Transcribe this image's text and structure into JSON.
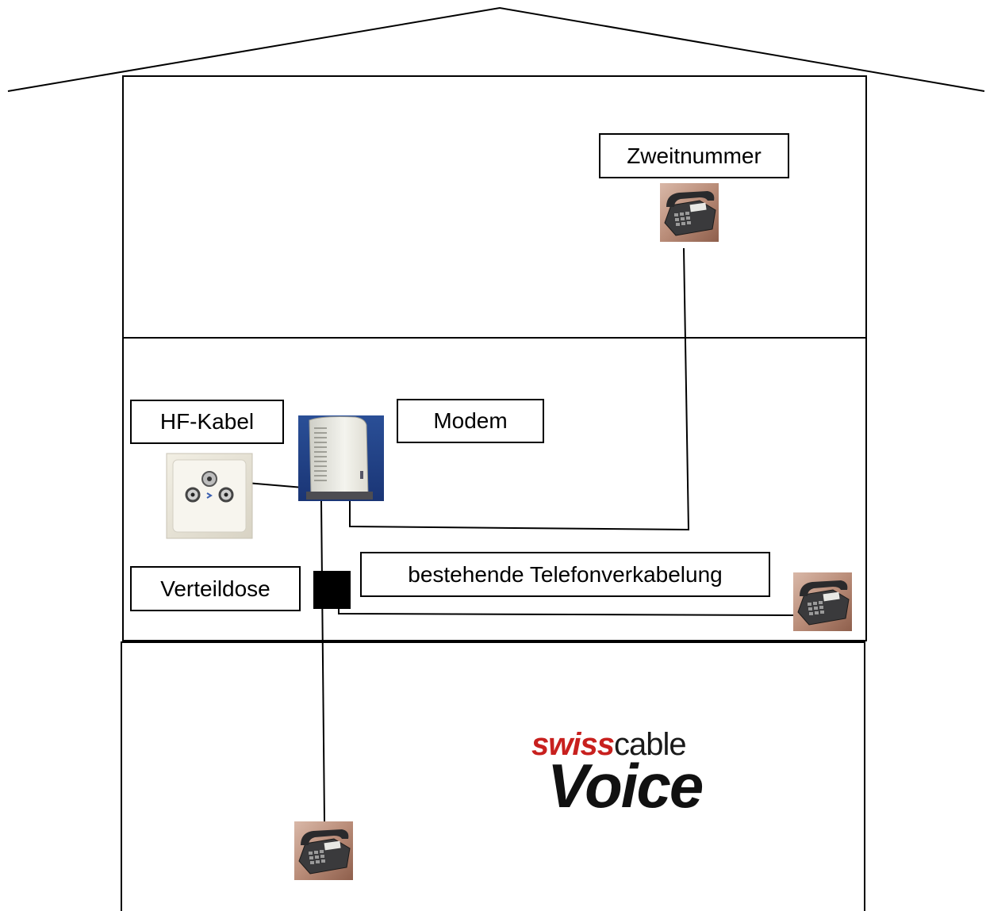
{
  "labels": {
    "zweitnummer": "Zweitnummer",
    "hf_kabel": "HF-Kabel",
    "modem": "Modem",
    "verteildose": "Verteildose",
    "telefonverkabelung": "bestehende Telefonverkabelung"
  },
  "logo": {
    "brand_part1": "swiss",
    "brand_part2": "cable",
    "product": "Voice",
    "brand_color": "#c8201e"
  },
  "icons": [
    "telephone-icon",
    "coax-wall-socket-icon",
    "cable-modem-icon",
    "junction-box-icon"
  ]
}
